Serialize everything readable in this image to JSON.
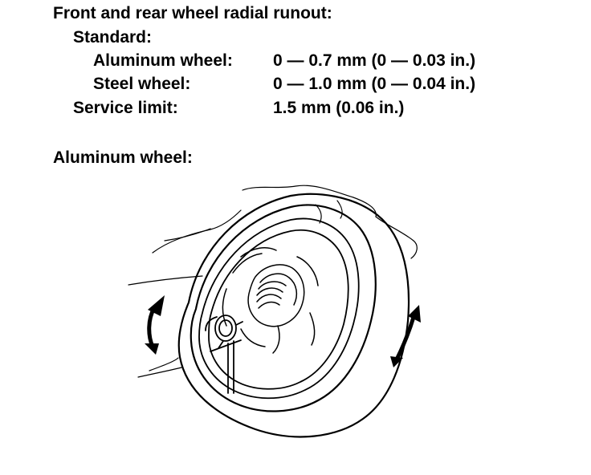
{
  "spec": {
    "heading": "Front and rear wheel radial runout:",
    "standard_label": "Standard:",
    "aluminum_label": "Aluminum wheel:",
    "aluminum_value": "0 — 0.7 mm (0 — 0.03 in.)",
    "steel_label": "Steel wheel:",
    "steel_value": "0 — 1.0 mm (0 — 0.04 in.)",
    "service_label": "Service limit:",
    "service_value": "1.5 mm (0.06 in.)"
  },
  "figure": {
    "caption": "Aluminum wheel:",
    "icons": [
      "wheel-illustration",
      "dial-indicator-icon",
      "rotation-arrow-icon"
    ]
  }
}
